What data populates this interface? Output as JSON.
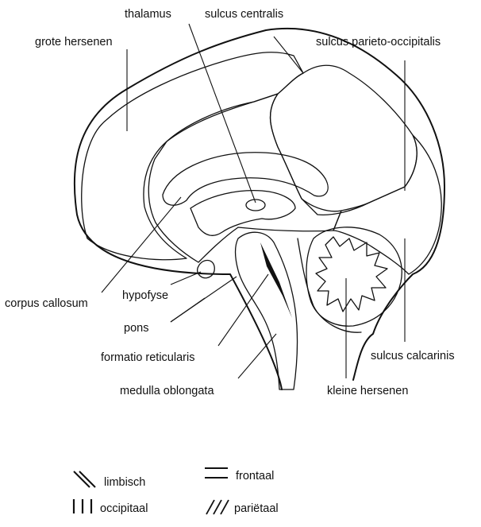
{
  "labels": {
    "thalamus": "thalamus",
    "sulcus_centralis": "sulcus centralis",
    "grote_hersenen": "grote hersenen",
    "sulcus_parieto_occipitalis": "sulcus parieto-occipitalis",
    "corpus_callosum": "corpus callosum",
    "hypofyse": "hypofyse",
    "pons": "pons",
    "formatio_reticularis": "formatio reticularis",
    "medulla_oblongata": "medulla oblongata",
    "sulcus_calcarinis": "sulcus calcarinis",
    "kleine_hersenen": "kleine hersenen"
  },
  "legend": {
    "limbisch": "limbisch",
    "frontaal": "frontaal",
    "occipitaal": "occipitaal",
    "parietaal": "pariëtaal"
  }
}
